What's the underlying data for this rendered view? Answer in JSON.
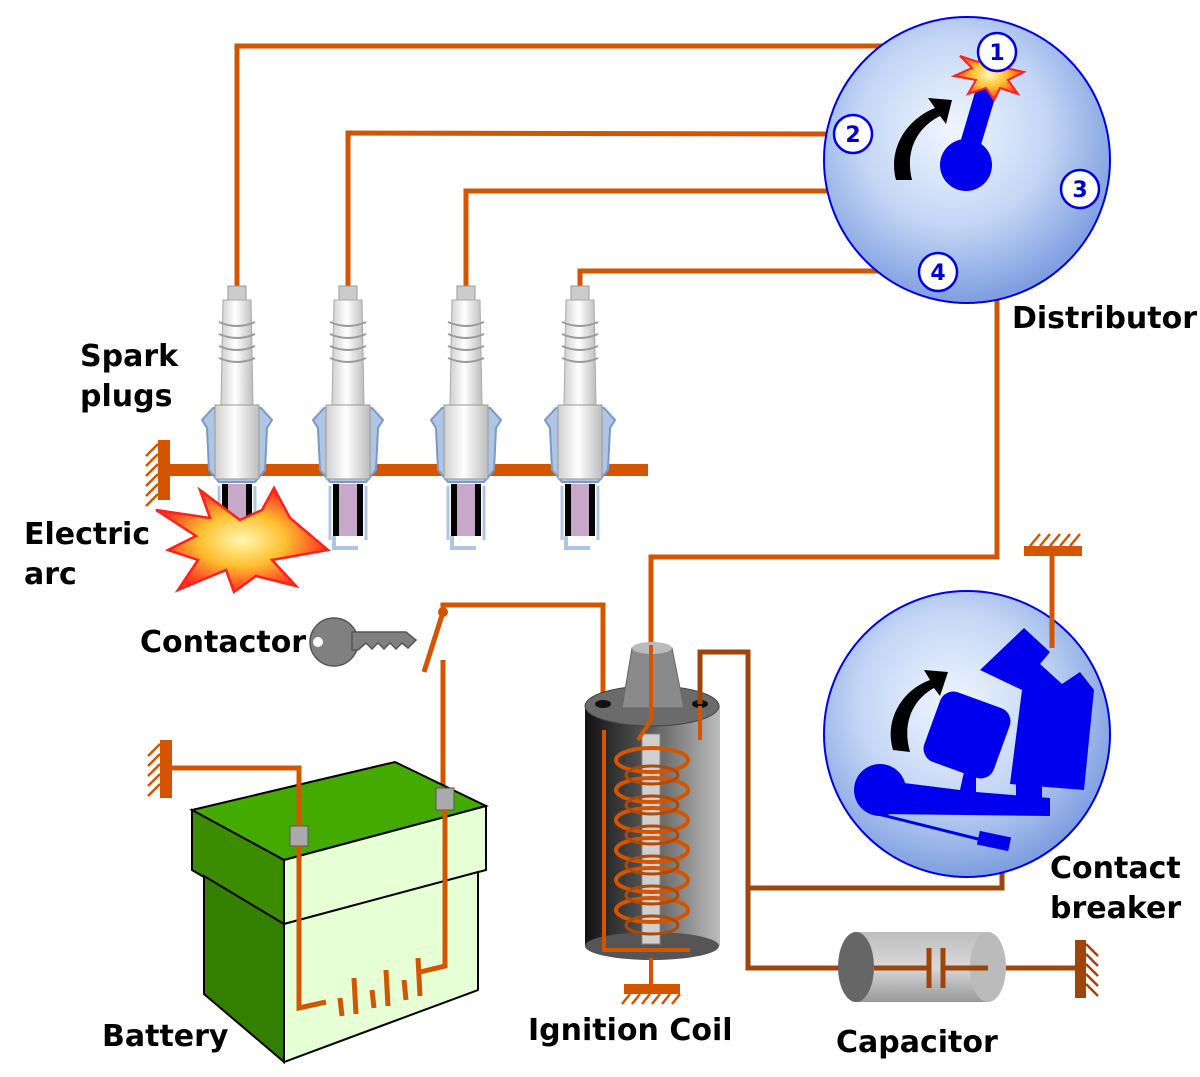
{
  "labels": {
    "spark_plugs_line1": "Spark",
    "spark_plugs_line2": "plugs",
    "electric_arc_line1": "Electric",
    "electric_arc_line2": "arc",
    "distributor": "Distributor",
    "contactor": "Contactor",
    "contact_breaker_line1": "Contact",
    "contact_breaker_line2": "breaker",
    "battery": "Battery",
    "ignition_coil": "Ignition Coil",
    "capacitor": "Capacitor"
  },
  "distributor_terminals": [
    "1",
    "2",
    "3",
    "4"
  ],
  "colors": {
    "wire": "#d45500",
    "wire_dark": "#a0450a",
    "rotor_blue": "#0000ee",
    "disc_light": "#e0ecff",
    "disc_dark": "#7f9fe0",
    "battery_green": "#3c8c00",
    "battery_light": "#e6ffd5",
    "spark_red": "#ff2020",
    "spark_yellow": "#ffe640"
  }
}
